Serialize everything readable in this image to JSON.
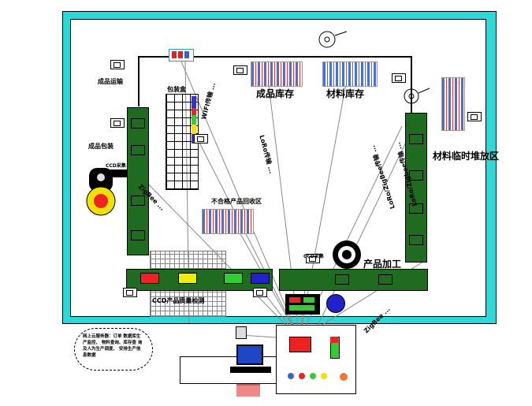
{
  "labels": {
    "finished_transport": "成品运输",
    "packing_box": "包装盒",
    "finished_storage": "成品库存",
    "material_storage": "材料库存",
    "finished_packing": "成品包装",
    "material_temp_zone": "材料临时堆放区",
    "defect_recycle": "不合格产品回收区",
    "product_processing": "产品加工",
    "ccd_inspection": "CCD产品质量检测",
    "ccd_collect_1": "CCD采集",
    "ccd_collect_2": "CCD采集"
  },
  "comm_labels": {
    "wifi": "WIFI传输 ...",
    "lora": "LoRo传输 ...",
    "lora_zigbee_1": "LoRo/ZigBee传输 ...",
    "lora_zigbee_2": "LoRo/Zigbee传输 ...",
    "zigbee_left": "ZigBee ...",
    "zigbee_bottom": "ZigBee ..."
  },
  "cloud_text": "网上云服务器：订单 数据库生产监控、 物料查询、库存查 询及人为生产调度、 安排生产信息数据",
  "colors": {
    "frame": "#22d6d6",
    "conveyor": "#1f6b1f",
    "link": "#777777"
  }
}
